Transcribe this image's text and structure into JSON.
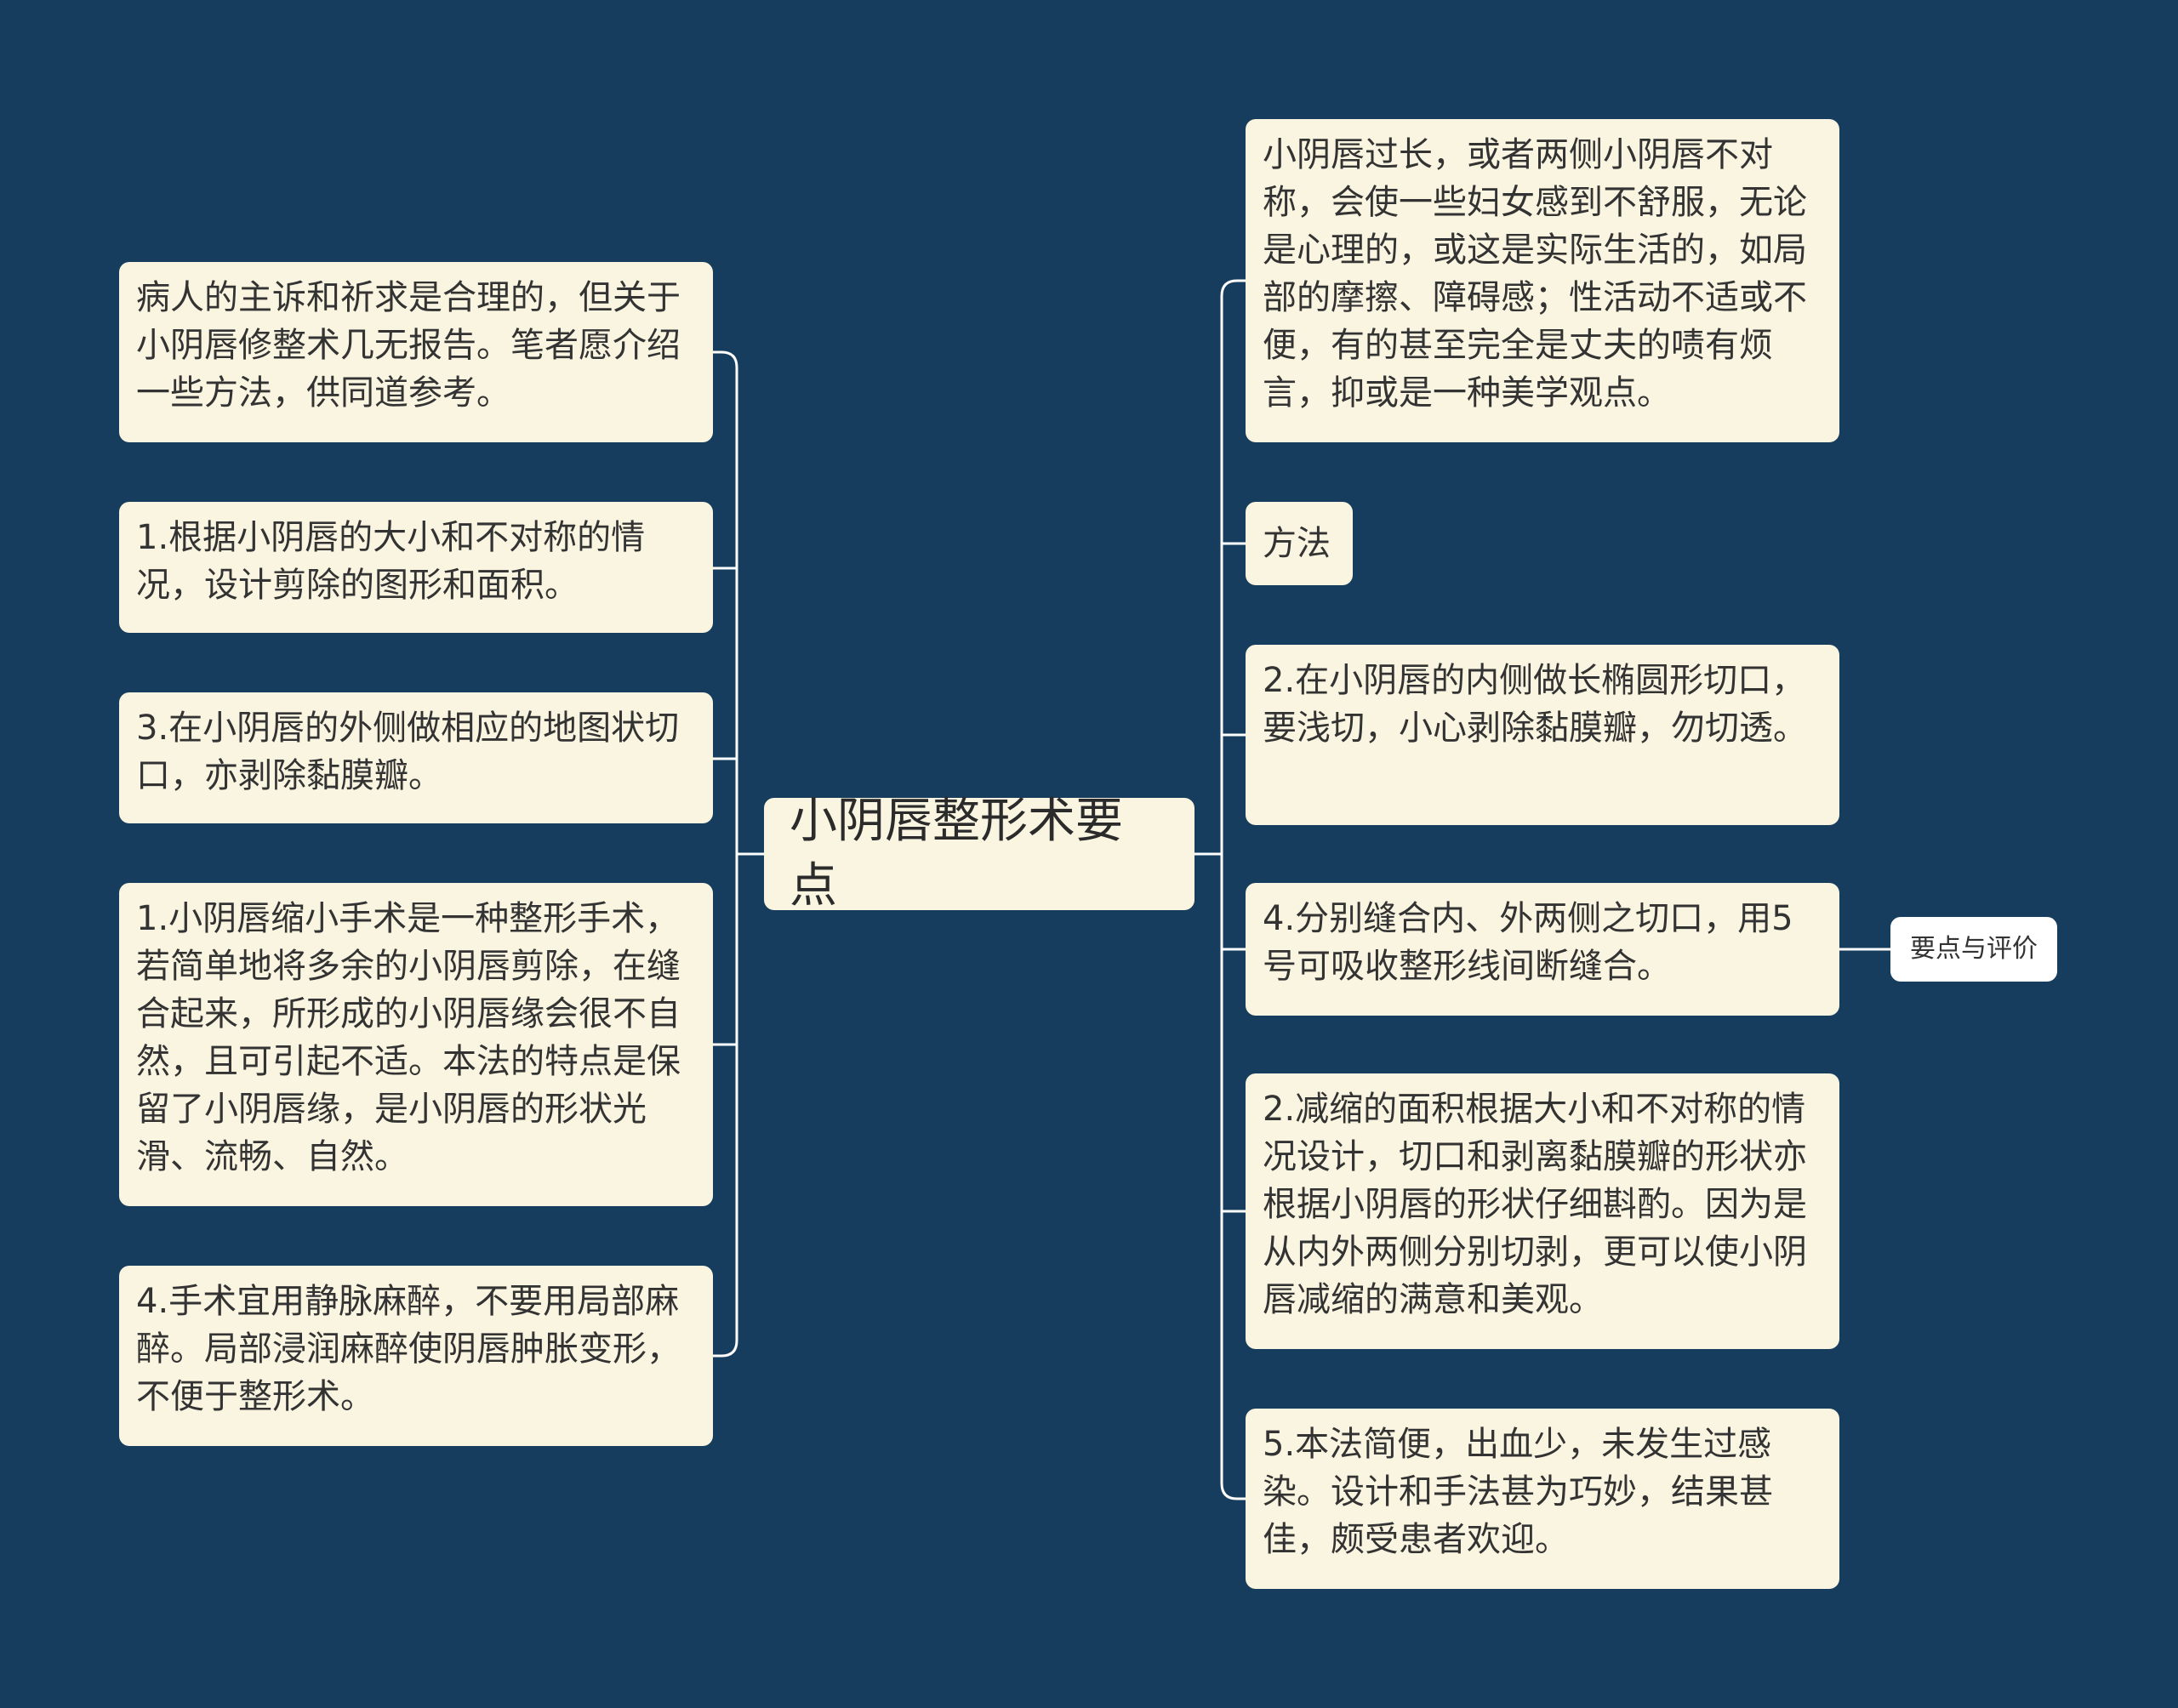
{
  "colors": {
    "background": "#173d5e",
    "node_fill": "#faf5e0",
    "sub_node_fill": "#ffffff",
    "connector": "#ffffff",
    "text": "#333333"
  },
  "root": {
    "text": "小阴唇整形术要点"
  },
  "left_nodes": [
    {
      "text": "病人的主诉和祈求是合理的，但关于小阴唇修整术几无报告。笔者愿介绍一些方法，供同道参考。"
    },
    {
      "text": "1.根据小阴唇的大小和不对称的情况，设计剪除的图形和面积。"
    },
    {
      "text": "3.在小阴唇的外侧做相应的地图状切口，亦剥除黏膜瓣。"
    },
    {
      "text": "1.小阴唇缩小手术是一种整形手术，若简单地将多余的小阴唇剪除，在缝合起来，所形成的小阴唇缘会很不自然，且可引起不适。本法的特点是保留了小阴唇缘，是小阴唇的形状光滑、流畅、自然。"
    },
    {
      "text": "4.手术宜用静脉麻醉，不要用局部麻醉。局部浸润麻醉使阴唇肿胀变形，不便于整形术。"
    }
  ],
  "right_nodes": [
    {
      "text": "小阴唇过长，或者两侧小阴唇不对称，会使一些妇女感到不舒服，无论是心理的，或这是实际生活的，如局部的摩擦、障碍感；性活动不适或不便，有的甚至完全是丈夫的啧有烦言，抑或是一种美学观点。"
    },
    {
      "text": "方法"
    },
    {
      "text": "2.在小阴唇的内侧做长椭圆形切口，要浅切，小心剥除黏膜瓣，勿切透。"
    },
    {
      "text": "4.分别缝合内、外两侧之切口，用5号可吸收整形线间断缝合。"
    },
    {
      "text": "2.减缩的面积根据大小和不对称的情况设计，切口和剥离黏膜瓣的形状亦根据小阴唇的形状仔细斟酌。因为是从内外两侧分别切剥，更可以使小阴唇减缩的满意和美观。"
    },
    {
      "text": "5.本法简便，出血少，未发生过感染。设计和手法甚为巧妙，结果甚佳，颇受患者欢迎。"
    }
  ],
  "sub_node": {
    "text": "要点与评价"
  }
}
